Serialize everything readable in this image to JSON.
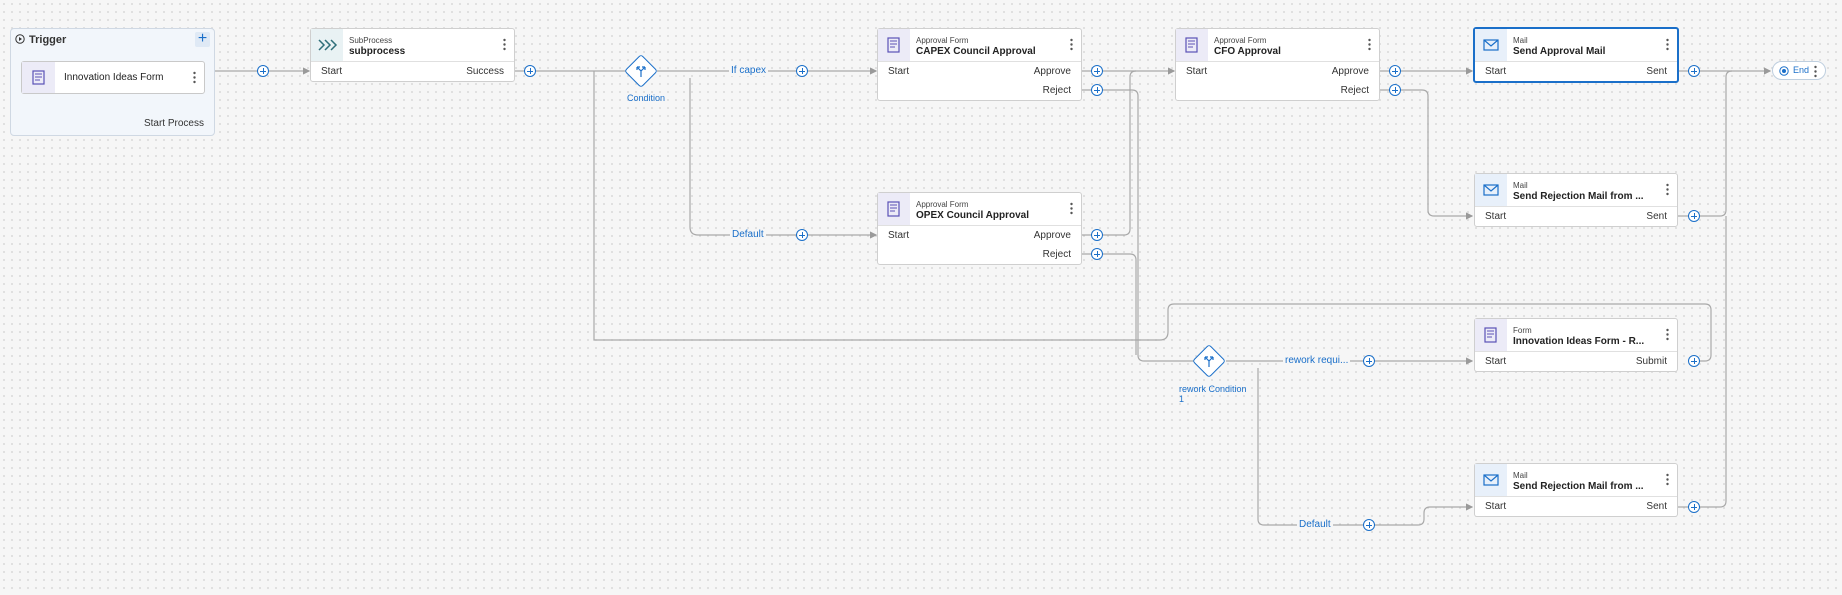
{
  "colors": {
    "accent": "#1a6fc9",
    "edge": "#a9a9a9",
    "icon_bg": "#ecebf7"
  },
  "trigger": {
    "title": "Trigger",
    "add_icon": "plus-icon",
    "form_label": "Innovation Ideas Form",
    "footer": "Start Process"
  },
  "nodes": {
    "subprocess": {
      "type": "SubProcess",
      "title": "subprocess",
      "in": "Start",
      "out1": "Success",
      "icon": "chevrons-icon"
    },
    "capex": {
      "type": "Approval Form",
      "title": "CAPEX Council Approval",
      "in": "Start",
      "out1": "Approve",
      "out2": "Reject",
      "icon": "form-icon"
    },
    "cfo": {
      "type": "Approval Form",
      "title": "CFO Approval",
      "in": "Start",
      "out1": "Approve",
      "out2": "Reject",
      "icon": "form-icon"
    },
    "approval_mail": {
      "type": "Mail",
      "title": "Send Approval Mail",
      "in": "Start",
      "out1": "Sent",
      "icon": "mail-icon"
    },
    "rejection_mail_1": {
      "type": "Mail",
      "title": "Send Rejection Mail from ...",
      "in": "Start",
      "out1": "Sent",
      "icon": "mail-icon"
    },
    "opex": {
      "type": "Approval Form",
      "title": "OPEX Council Approval",
      "in": "Start",
      "out1": "Approve",
      "out2": "Reject",
      "icon": "form-icon"
    },
    "rework_form": {
      "type": "Form",
      "title": "Innovation Ideas Form - R...",
      "in": "Start",
      "out1": "Submit",
      "icon": "form-icon"
    },
    "rejection_mail_2": {
      "type": "Mail",
      "title": "Send Rejection Mail from ...",
      "in": "Start",
      "out1": "Sent",
      "icon": "mail-icon"
    }
  },
  "conditions": {
    "condition": {
      "label": "Condition"
    },
    "rework_condition": {
      "label_line1": "rework Condition",
      "label_line2": "1"
    }
  },
  "edge_labels": {
    "if_capex": "If capex",
    "default_1": "Default",
    "rework_required": "rework requi...",
    "default_2": "Default"
  },
  "end": {
    "label": "End"
  }
}
